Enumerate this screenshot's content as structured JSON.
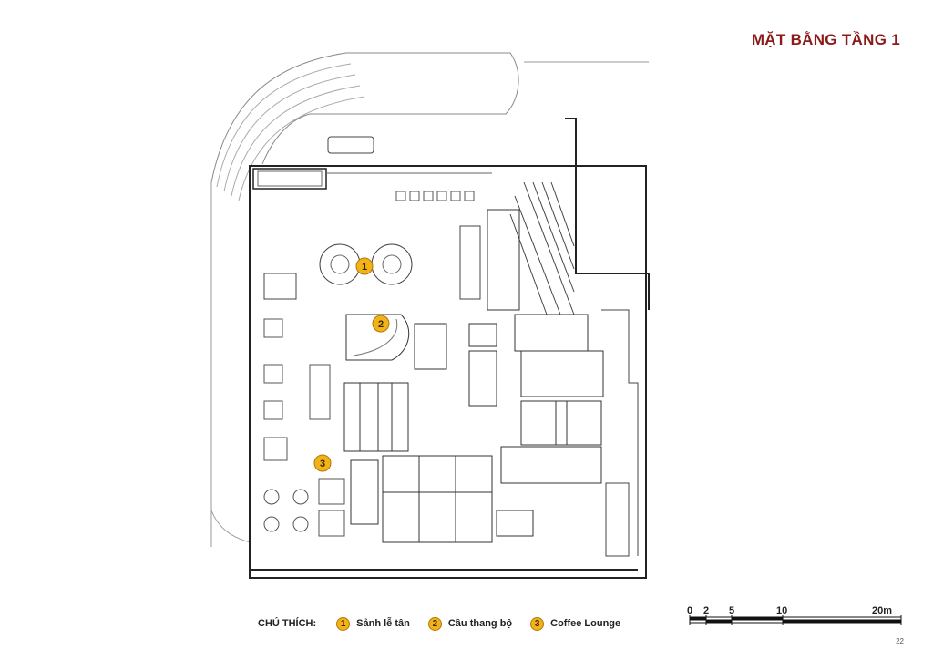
{
  "page": {
    "title": "MẶT BẰNG TẦNG 1",
    "page_number": "22"
  },
  "legend": {
    "heading": "CHÚ THÍCH:",
    "items": [
      {
        "num": "1",
        "label": "Sảnh lễ tân"
      },
      {
        "num": "2",
        "label": "Cầu thang bộ"
      },
      {
        "num": "3",
        "label": "Coffee Lounge"
      }
    ]
  },
  "scale_bar": {
    "ticks": [
      "0",
      "2",
      "5",
      "10",
      "20m"
    ]
  },
  "markers": [
    {
      "num": "1"
    },
    {
      "num": "2"
    },
    {
      "num": "3"
    }
  ],
  "colors": {
    "title": "#8b1a1a",
    "marker_fill": "#f2b21a",
    "line": "#333333"
  }
}
